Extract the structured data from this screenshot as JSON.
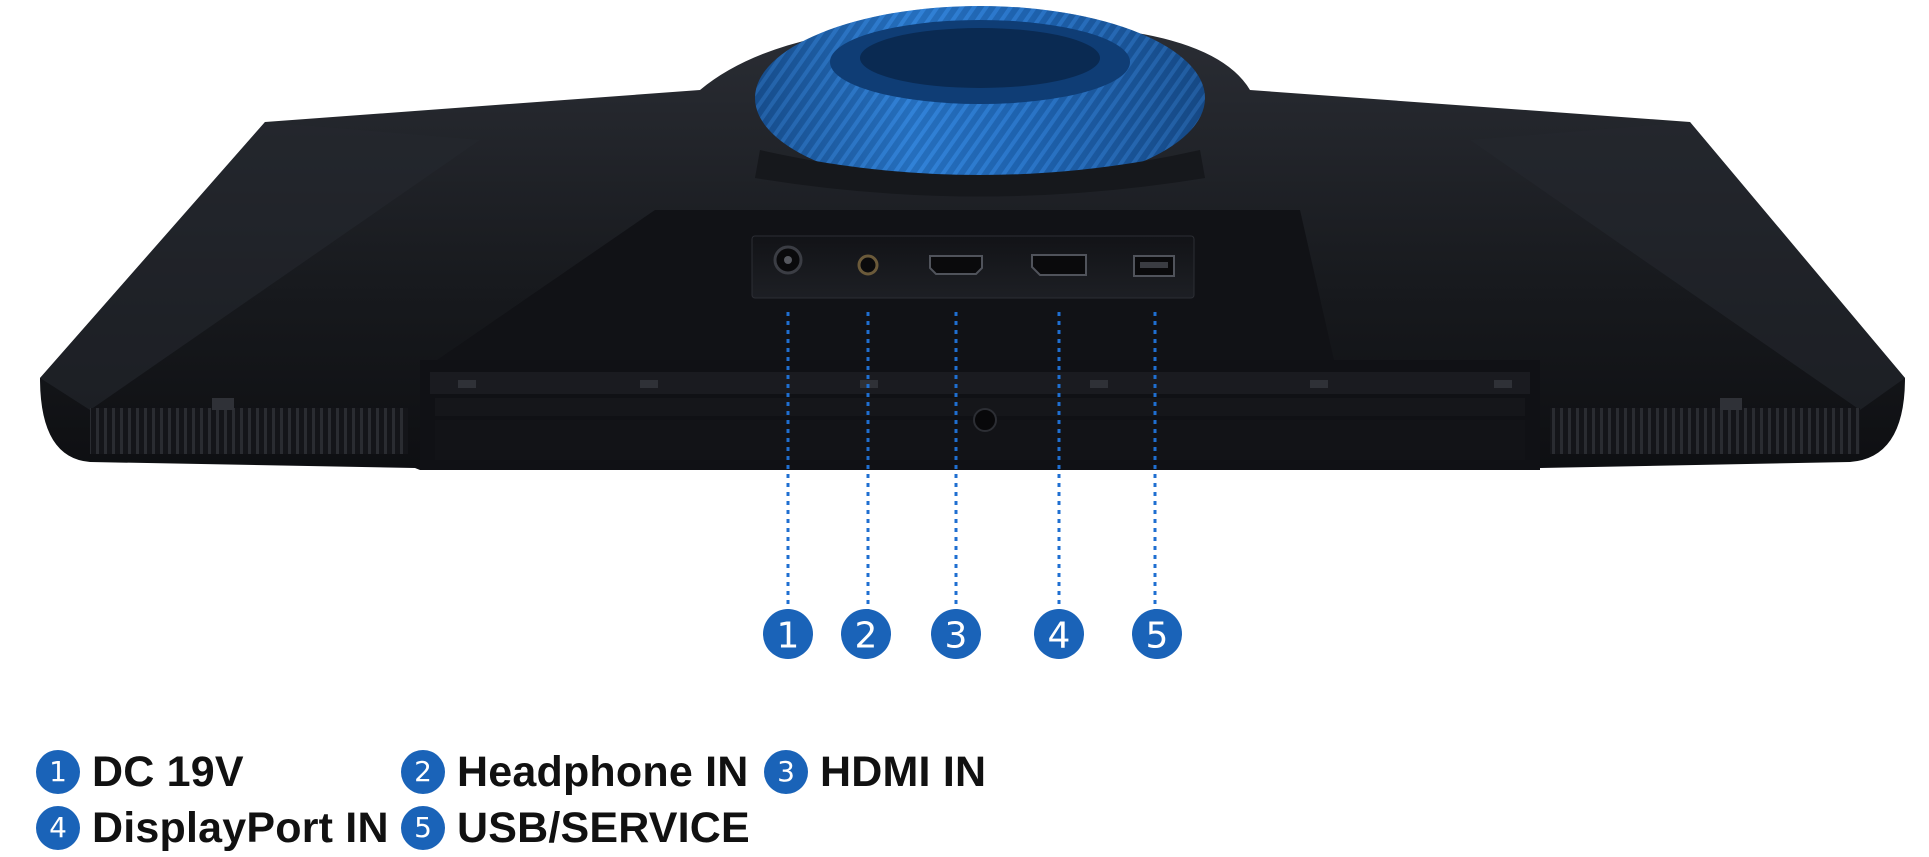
{
  "ports": [
    {
      "number": "1",
      "label": "DC 19V"
    },
    {
      "number": "2",
      "label": "Headphone IN"
    },
    {
      "number": "3",
      "label": "HDMI IN"
    },
    {
      "number": "4",
      "label": "DisplayPort IN"
    },
    {
      "number": "5",
      "label": "USB/SERVICE"
    }
  ],
  "colors": {
    "callout_blue": "#1a63b8",
    "dotted_line_blue": "#1f6fd1",
    "monitor_body": "#1b1d22",
    "stand_ring": "#1f5fa6"
  }
}
